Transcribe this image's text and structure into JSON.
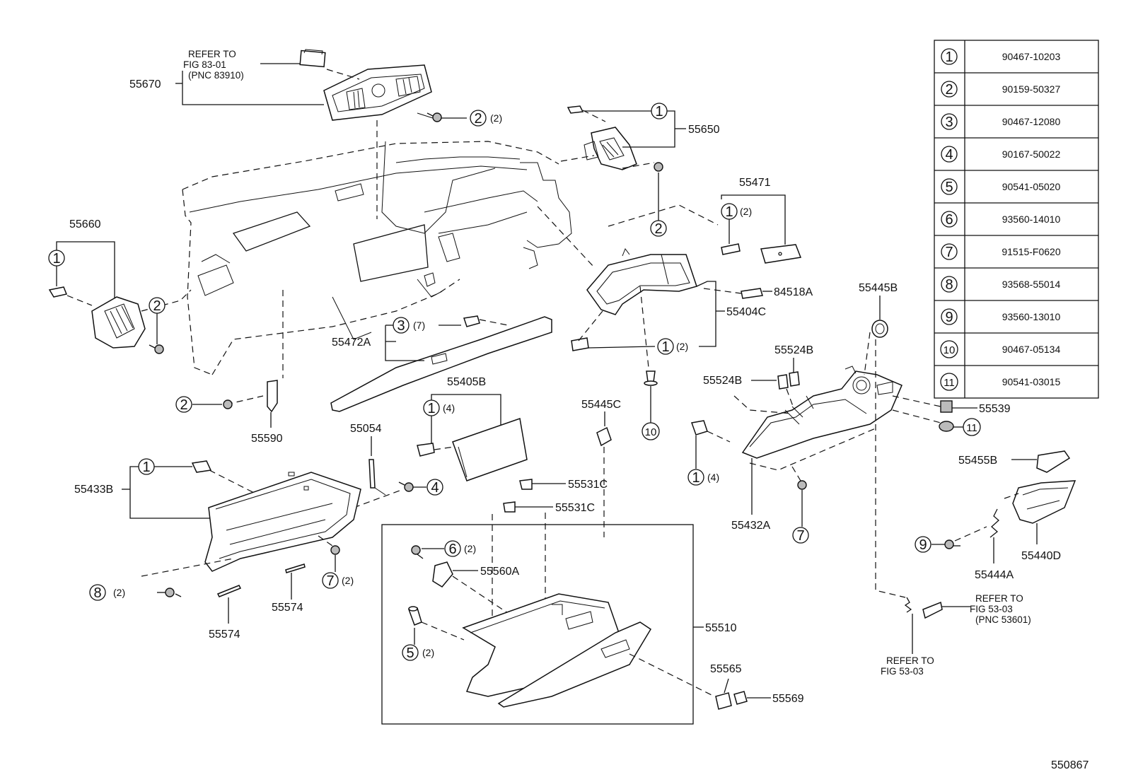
{
  "figure_id": "550867",
  "fastener_table": [
    {
      "num": "1",
      "part": "90467-10203"
    },
    {
      "num": "2",
      "part": "90159-50327"
    },
    {
      "num": "3",
      "part": "90467-12080"
    },
    {
      "num": "4",
      "part": "90167-50022"
    },
    {
      "num": "5",
      "part": "90541-05020"
    },
    {
      "num": "6",
      "part": "93560-14010"
    },
    {
      "num": "7",
      "part": "91515-F0620"
    },
    {
      "num": "8",
      "part": "93568-55014"
    },
    {
      "num": "9",
      "part": "93560-13010"
    },
    {
      "num": "10",
      "part": "90467-05134"
    },
    {
      "num": "11",
      "part": "90541-03015"
    }
  ],
  "part_labels": {
    "p55670": "55670",
    "p55650": "55650",
    "p55471": "55471",
    "p55660": "55660",
    "p84518A": "84518A",
    "p55404C": "55404C",
    "p55445B": "55445B",
    "p55472A": "55472A",
    "p55524B_top": "55524B",
    "p55524B_left": "55524B",
    "p55405B": "55405B",
    "p55445C": "55445C",
    "p55539": "55539",
    "p55590": "55590",
    "p55054": "55054",
    "p55433B": "55433B",
    "p55531C_1": "55531C",
    "p55531C_2": "55531C",
    "p55455B": "55455B",
    "p55432A": "55432A",
    "p55440D": "55440D",
    "p55560A": "55560A",
    "p55444A": "55444A",
    "p55574_1": "55574",
    "p55574_2": "55574",
    "p55510": "55510",
    "p55565": "55565",
    "p55569": "55569"
  },
  "callouts": {
    "c1_55660": "1",
    "c2_55660": "2",
    "c2_top": "2",
    "c2_top_qty": "(2)",
    "c1_55650": "1",
    "c2_55650": "2",
    "c1_55471": "1",
    "c1_55471_qty": "(2)",
    "c1_cluster": "1",
    "c1_cluster_qty": "(2)",
    "c3": "3",
    "c3_qty": "(7)",
    "c2_55590": "2",
    "c1_55405B": "1",
    "c1_55405B_qty": "(4)",
    "c10": "10",
    "c1_55433B": "1",
    "c4": "4",
    "c8": "8",
    "c8_qty": "(2)",
    "c7_left": "7",
    "c7_left_qty": "(2)",
    "c6": "6",
    "c6_qty": "(2)",
    "c5": "5",
    "c5_qty": "(2)",
    "c1_55432A": "1",
    "c1_55432A_qty": "(4)",
    "c7_right": "7",
    "c11": "11",
    "c9": "9"
  },
  "references": {
    "ref_83_1": "REFER TO",
    "ref_83_2": "FIG 83-01",
    "ref_83_3": "(PNC 83910)",
    "ref_53a_1": "REFER TO",
    "ref_53a_2": "FIG 53-03",
    "ref_53a_3": "(PNC 53601)",
    "ref_53b_1": "REFER TO",
    "ref_53b_2": "FIG 53-03"
  }
}
